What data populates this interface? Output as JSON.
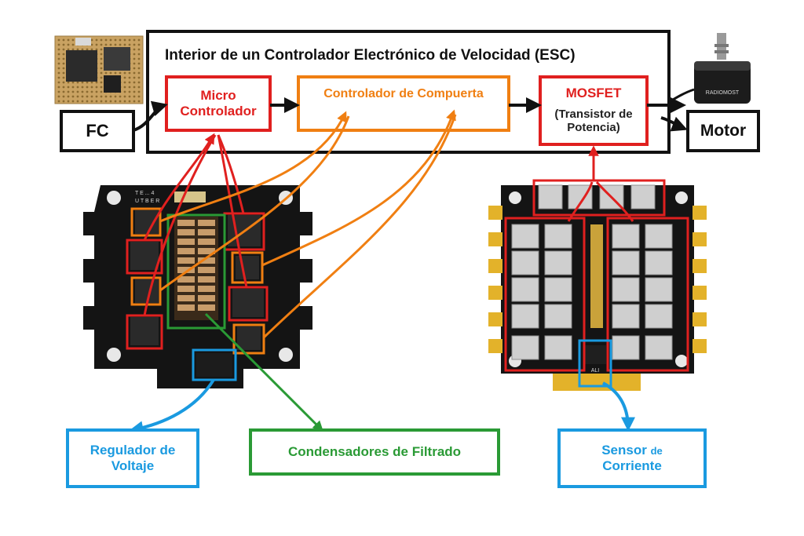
{
  "title": "Interior de un Controlador Electrónico de Velocidad (ESC)",
  "blocks": {
    "fc": "FC",
    "micro": "Micro Controlador",
    "gate": "Controlador de Compuerta",
    "mosfet_title": "MOSFET",
    "mosfet_sub": "(Transistor de Potencia)",
    "motor": "Motor"
  },
  "components": {
    "regulator": "Regulador de Voltaje",
    "capacitors": "Condensadores de Filtrado",
    "sensor_main": "Sensor",
    "sensor_small": "de",
    "sensor_end": "Corriente"
  },
  "board_silkscreen": {
    "left_top": "T E ... 4",
    "left_brand": "U T B E R",
    "right_sense": "ALI",
    "motor_brand": "RADIOMOST"
  },
  "colors": {
    "micro": "#e0201f",
    "gate": "#f07f12",
    "mosfet": "#e0201f",
    "capacitors": "#2a9a35",
    "sensors": "#1a9ae0",
    "pcb": "#141414",
    "pads": "#e3b22a"
  },
  "icons": [
    "flight-controller-board-icon",
    "brushless-motor-icon"
  ]
}
